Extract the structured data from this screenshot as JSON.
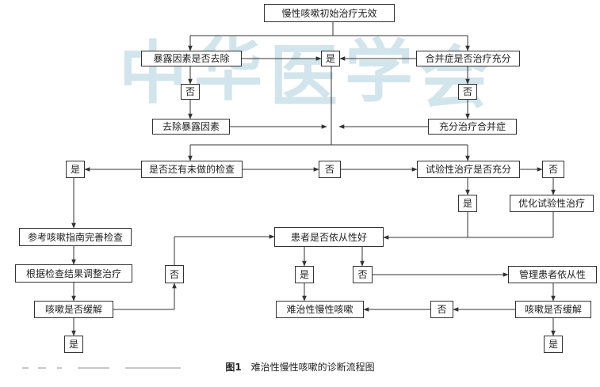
{
  "nodes": {
    "start": "慢性咳嗽初始治疗无效",
    "exposure_removed": "暴露因素是否去除",
    "yes_center": "是",
    "comorbidity_adequate": "合并症是否治疗充分",
    "no_left": "否",
    "no_right": "否",
    "remove_exposure": "去除暴露因素",
    "treat_comorbidity": "充分治疗合并症",
    "yes_left": "是",
    "unfinished_tests": "是否还有未做的检查",
    "no_center": "否",
    "trial_adequate": "试验性治疗是否充分",
    "no_trial": "否",
    "yes_trial": "是",
    "optimize_trial": "优化试验性治疗",
    "refer_guideline": "参考咳嗽指南完善检查",
    "compliance": "患者是否依从性好",
    "adjust_treatment": "根据检查结果调整治疗",
    "no_mid_left": "否",
    "yes_compliance": "是",
    "no_compliance": "否",
    "manage_compliance": "管理患者依从性",
    "cough_relieved_left": "咳嗽是否缓解",
    "refractory": "难治性慢性咳嗽",
    "no_bottom": "否",
    "cough_relieved_right": "咳嗽是否缓解",
    "yes_bottom_left": "是",
    "yes_bottom_right": "是"
  },
  "watermark": {
    "c1": "中",
    "c2": "华",
    "c3": "医",
    "c4": "学",
    "c5": "会"
  },
  "caption": {
    "number": "图1",
    "text": "难治性慢性咳嗽的诊断流程图"
  },
  "colors": {
    "line": "#333333",
    "watermark": "#7fb7c9"
  }
}
